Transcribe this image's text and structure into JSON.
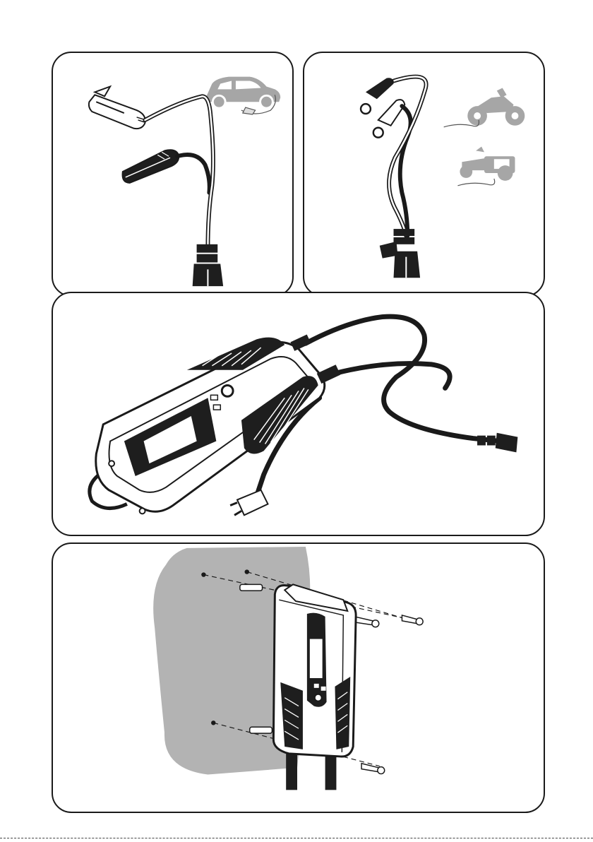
{
  "figure": {
    "panels": [
      {
        "id": "clamps-car",
        "icons": [
          "car-icon",
          "battery-clamp-icon"
        ]
      },
      {
        "id": "eyelets-motorbike-mower",
        "icons": [
          "motorcycle-icon",
          "lawn-tractor-icon"
        ]
      },
      {
        "id": "charger-overview",
        "icons": [
          "battery-charger-icon",
          "mains-plug-icon"
        ]
      },
      {
        "id": "wall-mounting",
        "icons": [
          "wall-icon",
          "screw-icon",
          "wall-plug-icon"
        ]
      }
    ],
    "colors": {
      "line": "#1a1a1a",
      "silhouette": "#a6a6a6",
      "wall": "#b3b3b3",
      "clip_dark": "#1e1e1e"
    }
  }
}
